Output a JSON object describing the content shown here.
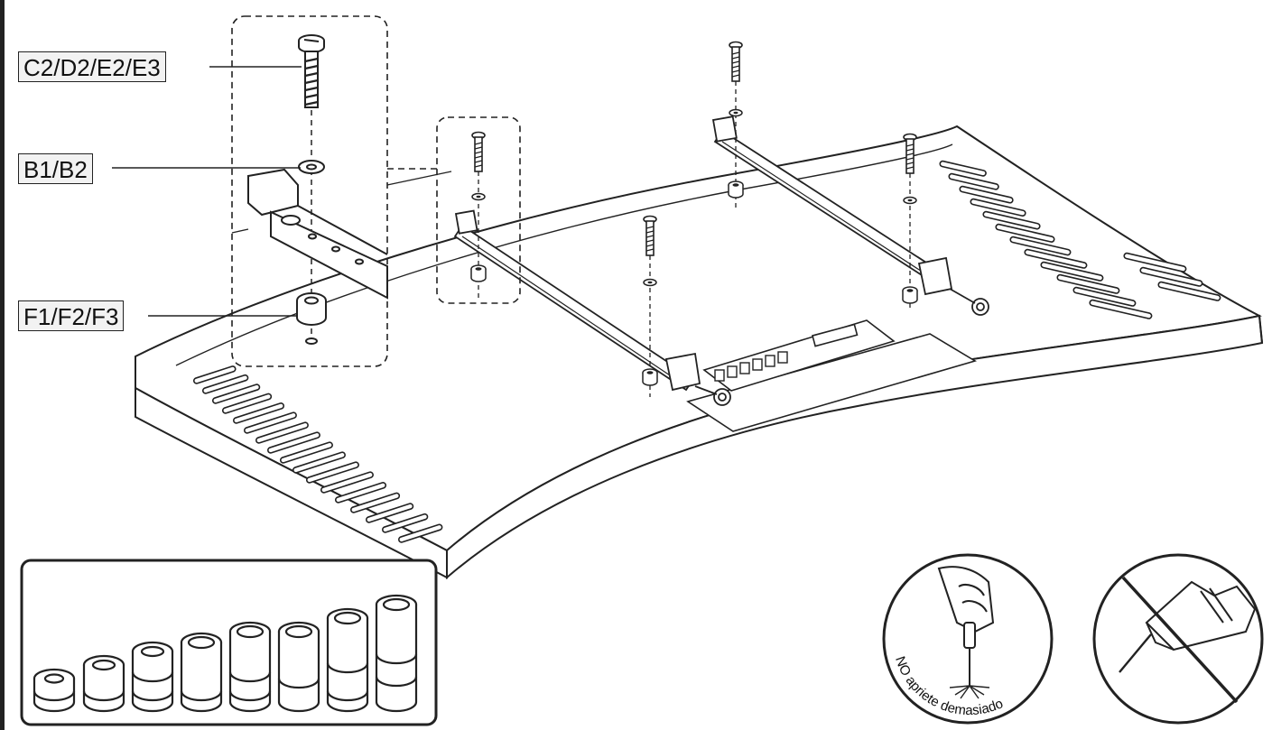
{
  "labels": {
    "screw": "C2/D2/E2/E3",
    "washer": "B1/B2",
    "spacer": "F1/F2/F3"
  },
  "warning": {
    "text": "NO apriete demasiado",
    "no_power_tool": "no-power-drill"
  },
  "colors": {
    "line": "#222222",
    "fill": "#ffffff",
    "label_bg": "#f2f2f2"
  },
  "icons": [
    "screw-icon",
    "washer-icon",
    "spacer-icon",
    "screwdriver-hand-icon",
    "power-drill-icon",
    "prohibited-icon"
  ]
}
